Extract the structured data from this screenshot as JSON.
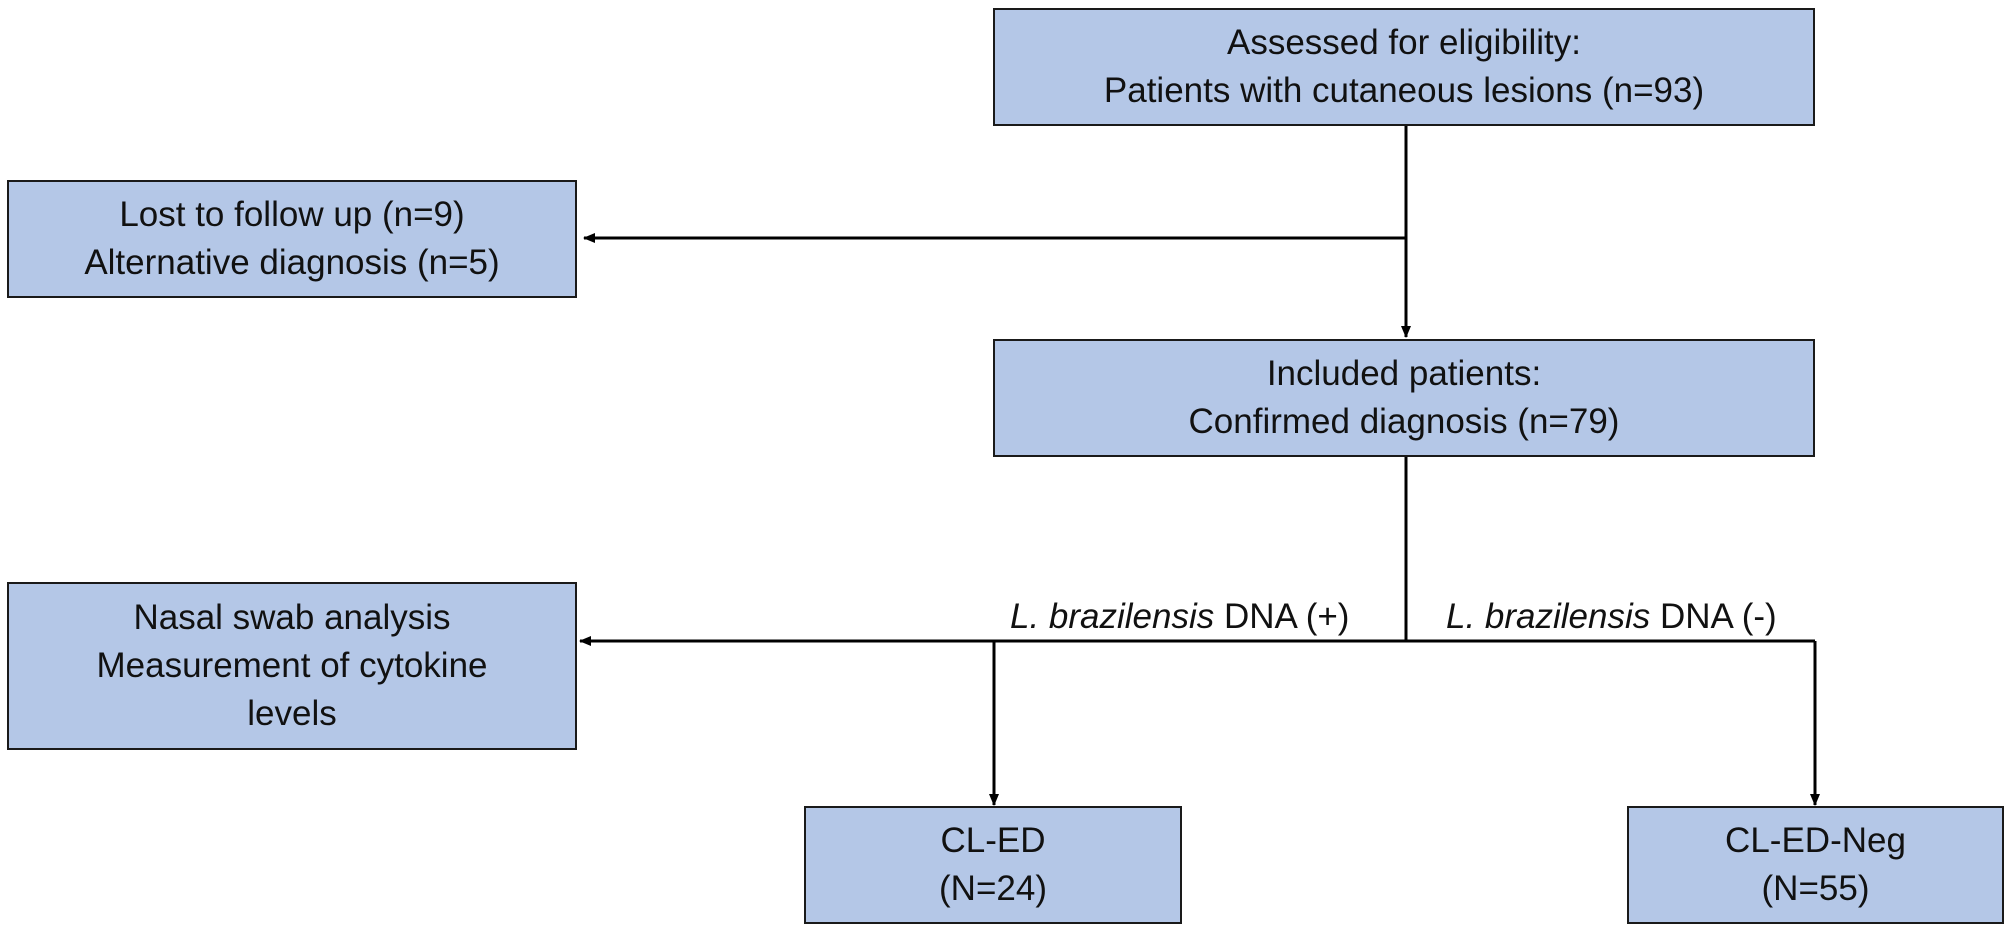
{
  "colors": {
    "box_fill": "#b4c7e7",
    "box_border": "#1a1a1a",
    "line": "#000000"
  },
  "boxes": {
    "eligibility": {
      "line1": "Assessed for eligibility:",
      "line2": "Patients with cutaneous lesions (n=93)"
    },
    "excluded": {
      "line1": "Lost to follow up (n=9)",
      "line2": "Alternative diagnosis (n=5)"
    },
    "included": {
      "line1": "Included patients:",
      "line2": "Confirmed diagnosis (n=79)"
    },
    "nasal": {
      "line1": "Nasal swab analysis",
      "line2": "Measurement of cytokine",
      "line3": "levels"
    },
    "cled": {
      "line1": "CL-ED",
      "line2": "(N=24)"
    },
    "cledneg": {
      "line1": "CL-ED-Neg",
      "line2": "(N=55)"
    }
  },
  "branches": {
    "positive": {
      "species": "L. brazilensis",
      "result": "DNA (+)"
    },
    "negative": {
      "species": "L. brazilensis",
      "result": "DNA (-)"
    }
  }
}
